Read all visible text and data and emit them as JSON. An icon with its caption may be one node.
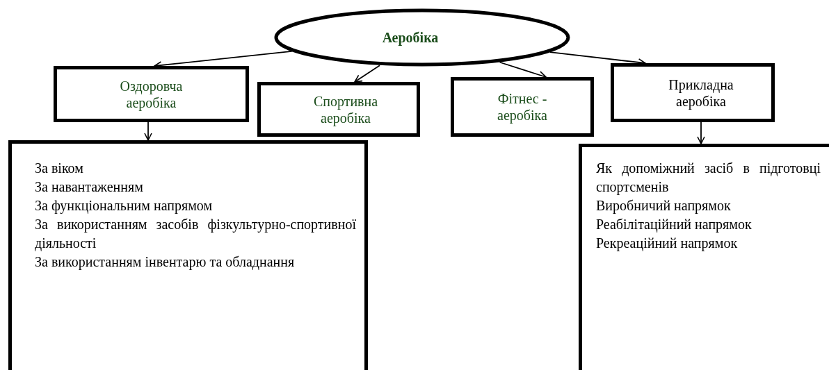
{
  "diagram": {
    "nodes": [
      {
        "text": [
          "Аеробіка"
        ]
      },
      {
        "text": [
          "Оздоровча аеробіка"
        ]
      },
      {
        "text": [
          "Спортивна аеробіка"
        ]
      },
      {
        "text": [
          "Фітнес - аеробіка"
        ]
      },
      {
        "text": [
          "Прикладна аеробіка"
        ]
      },
      {
        "text": [
          "За віком",
          "За навантаженням",
          "За функціональним напрямом",
          "За використанням засобів фізкультурно-спортивної діяльності",
          "За використанням інвентарю та обладнання"
        ]
      },
      {
        "text": [
          "Як допоміжний засіб в підготовці спортсменів",
          "Виробничий напрямок",
          "Реабілітаційний напрямок",
          "Рекреаційний напрямок"
        ]
      }
    ],
    "edges": [
      {
        "from": 0,
        "to": 1,
        "arrow": "to"
      },
      {
        "from": 0,
        "to": 2,
        "arrow": "to"
      },
      {
        "from": 0,
        "to": 3,
        "arrow": "to"
      },
      {
        "from": 0,
        "to": 4,
        "arrow": "to"
      },
      {
        "from": 1,
        "to": 5,
        "arrow": "to"
      },
      {
        "from": 4,
        "to": 6,
        "arrow": "to"
      }
    ]
  }
}
